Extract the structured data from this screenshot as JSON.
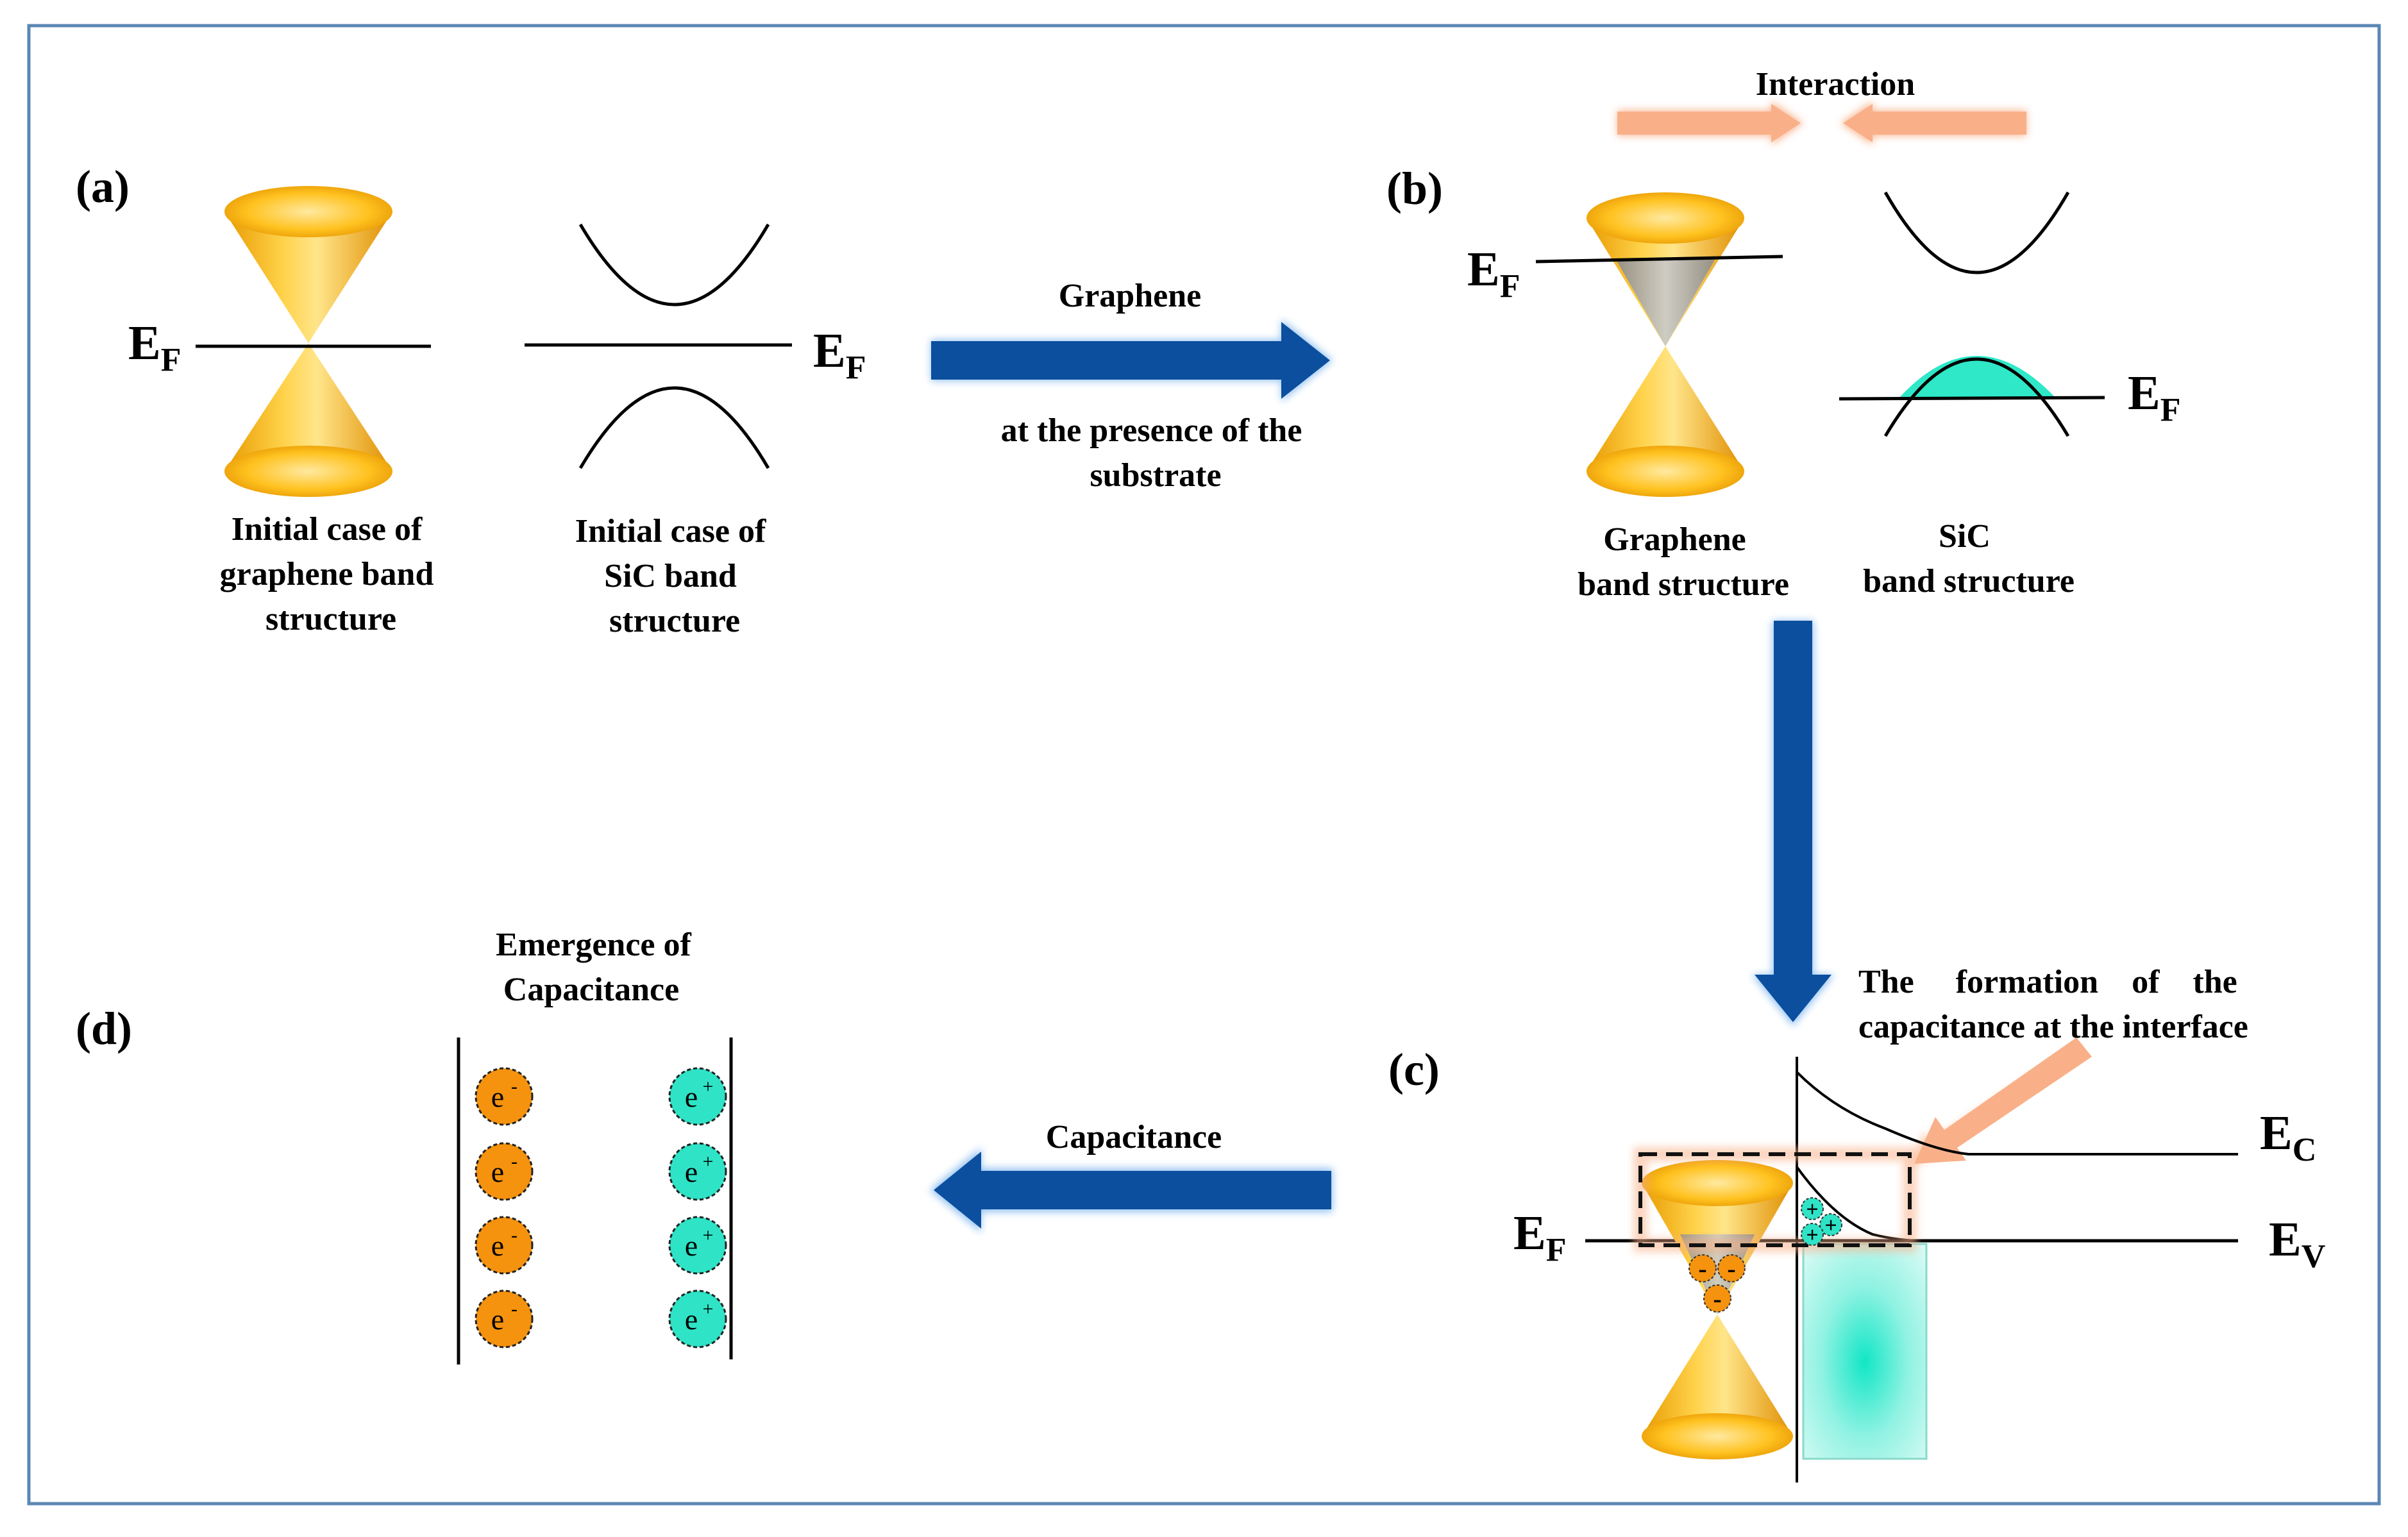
{
  "colors": {
    "frame": "#5b86b4",
    "cone_light": "#ffe07a",
    "cone_mid": "#f7b500",
    "cone_dark": "#e59400",
    "sic_fill": "#2ee8c8",
    "electron": "#f5920e",
    "hole": "#2fe3c6",
    "big_arrow": "#0b4f9e",
    "interaction_arrow": "#f9b089",
    "dashed_box": "#111111"
  },
  "icons": [
    "dirac-cone-icon",
    "band-curve-icon",
    "flow-arrow-icon",
    "electron-icon",
    "hole-icon"
  ],
  "panels": {
    "a": {
      "label": "(a)",
      "ef_graphene": "E",
      "ef_graphene_sub": "F",
      "ef_sic": "E",
      "ef_sic_sub": "F",
      "graphene_caption": [
        "Initial case of",
        "graphene band",
        "structure"
      ],
      "sic_caption": [
        "Initial case of",
        "SiC band",
        "structure"
      ]
    },
    "b": {
      "label": "(b)",
      "interaction": "Interaction",
      "ef_graphene": "E",
      "ef_graphene_sub": "F",
      "ef_sic": "E",
      "ef_sic_sub": "F",
      "graphene_caption": [
        "Graphene",
        "band structure"
      ],
      "sic_caption": [
        "SiC",
        "band structure"
      ]
    },
    "c": {
      "label": "(c)",
      "callout": [
        "The     formation    of    the",
        "capacitance at the interface"
      ],
      "ef": "E",
      "ef_sub": "F",
      "ec": "E",
      "ec_sub": "C",
      "ev": "E",
      "ev_sub": "V"
    },
    "d": {
      "label": "(d)",
      "title": [
        "Emergence of",
        "Capacitance"
      ],
      "electron_label": "e",
      "electron_sup": "-",
      "hole_label": "e",
      "hole_sup": "+"
    }
  },
  "arrows": {
    "a_to_b_top": "Graphene",
    "a_to_b_bottom": [
      "at the presence of the",
      "substrate"
    ],
    "c_to_d": "Capacitance"
  }
}
